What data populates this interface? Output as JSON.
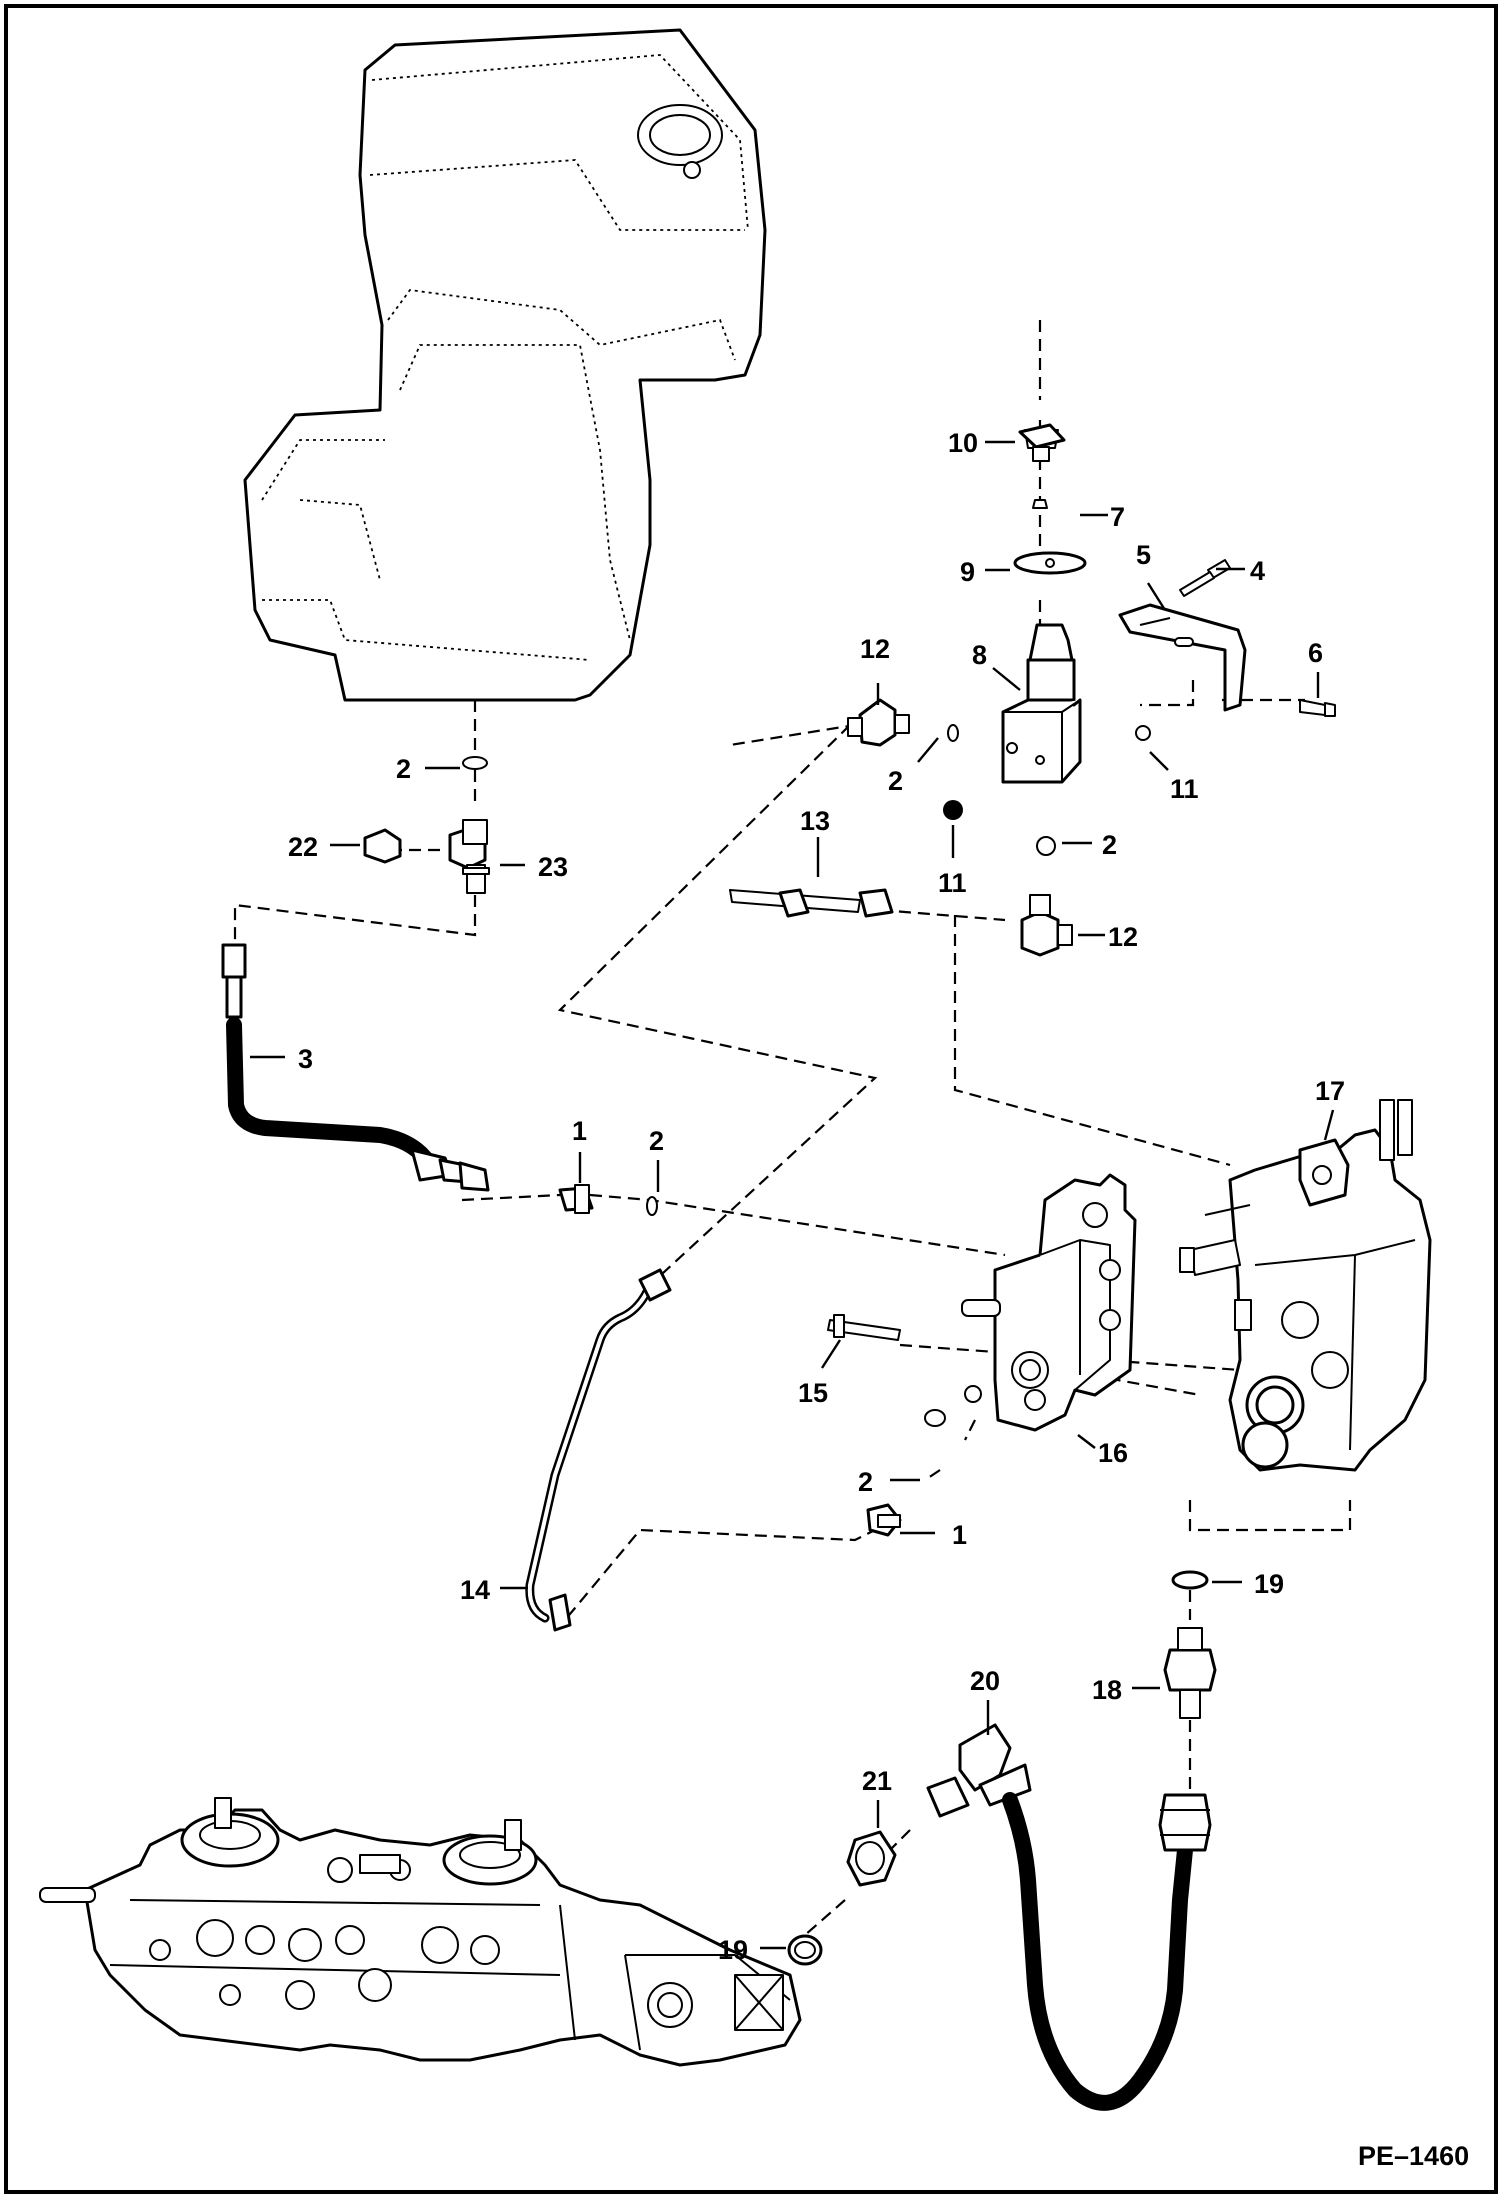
{
  "diagram": {
    "drawing_code": "PE–1460",
    "callouts": [
      {
        "id": "c-10",
        "label": "10"
      },
      {
        "id": "c-7",
        "label": "7"
      },
      {
        "id": "c-9",
        "label": "9"
      },
      {
        "id": "c-5",
        "label": "5"
      },
      {
        "id": "c-4",
        "label": "4"
      },
      {
        "id": "c-12a",
        "label": "12"
      },
      {
        "id": "c-8",
        "label": "8"
      },
      {
        "id": "c-6",
        "label": "6"
      },
      {
        "id": "c-2a",
        "label": "2"
      },
      {
        "id": "c-2b",
        "label": "2"
      },
      {
        "id": "c-11a",
        "label": "11"
      },
      {
        "id": "c-22",
        "label": "22"
      },
      {
        "id": "c-23",
        "label": "23"
      },
      {
        "id": "c-11b",
        "label": "11"
      },
      {
        "id": "c-2c",
        "label": "2"
      },
      {
        "id": "c-13",
        "label": "13"
      },
      {
        "id": "c-12b",
        "label": "12"
      },
      {
        "id": "c-3",
        "label": "3"
      },
      {
        "id": "c-17",
        "label": "17"
      },
      {
        "id": "c-1a",
        "label": "1"
      },
      {
        "id": "c-2d",
        "label": "2"
      },
      {
        "id": "c-15",
        "label": "15"
      },
      {
        "id": "c-16",
        "label": "16"
      },
      {
        "id": "c-2e",
        "label": "2"
      },
      {
        "id": "c-1b",
        "label": "1"
      },
      {
        "id": "c-14",
        "label": "14"
      },
      {
        "id": "c-19a",
        "label": "19"
      },
      {
        "id": "c-20",
        "label": "20"
      },
      {
        "id": "c-18",
        "label": "18"
      },
      {
        "id": "c-21",
        "label": "21"
      },
      {
        "id": "c-19b",
        "label": "19"
      }
    ]
  }
}
